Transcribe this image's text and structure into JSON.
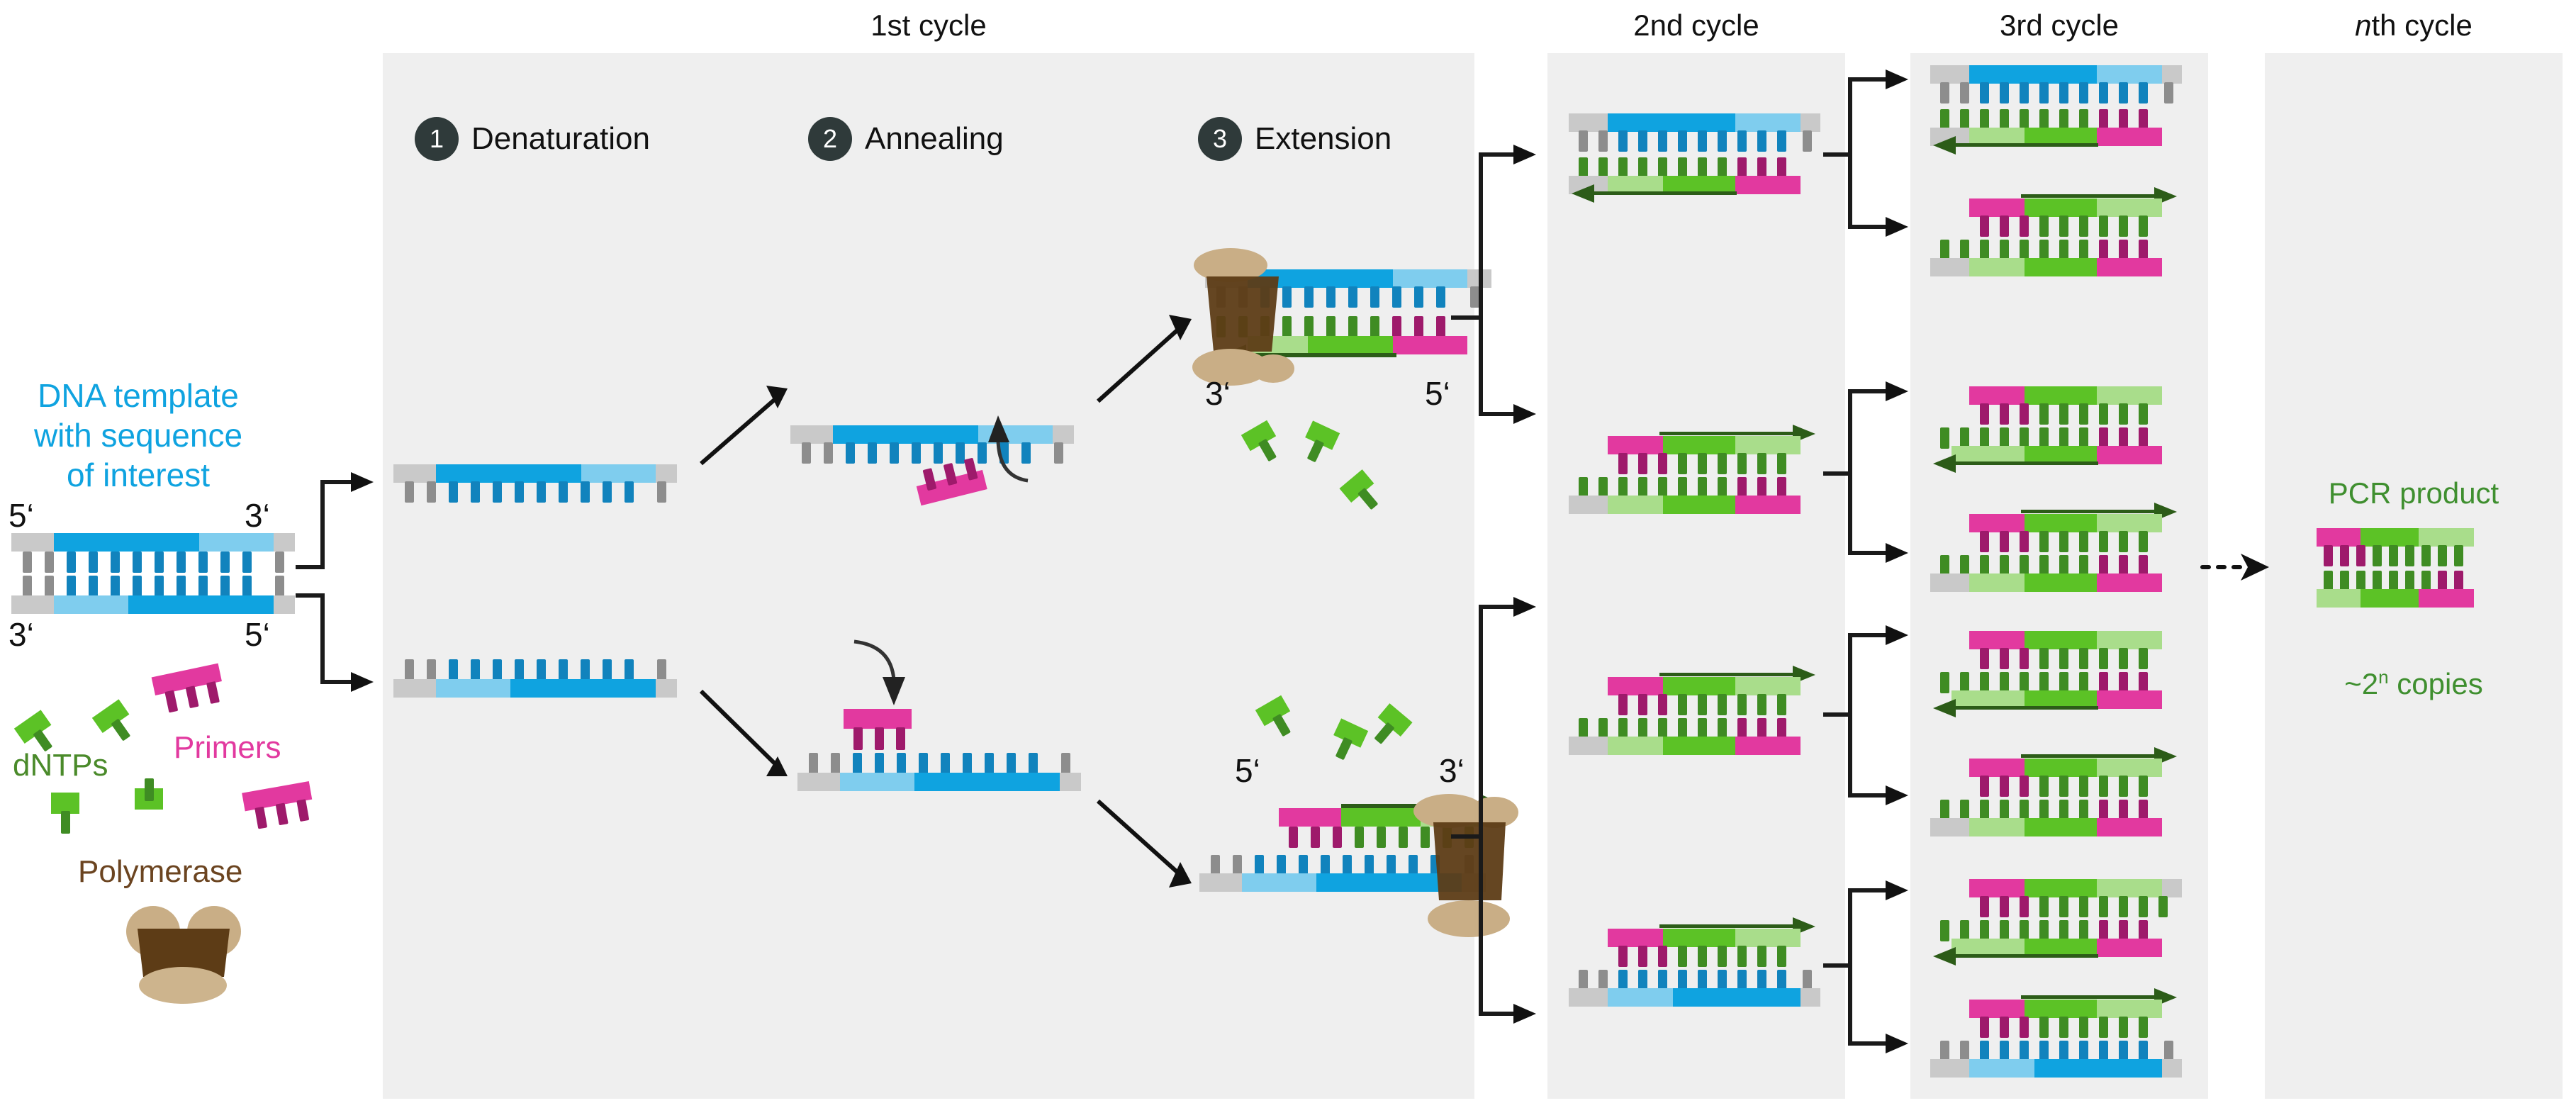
{
  "diagram": {
    "title": "Polymerase Chain Reaction (PCR) cycle diagram",
    "colors": {
      "blue": "#0fa3e0",
      "blue_light": "#7fcdee",
      "blue_tooth": "#1183bd",
      "green": "#5cc226",
      "green_light": "#a9dd8b",
      "green_tooth": "#3f8c23",
      "magenta": "#e2399f",
      "magenta_tooth": "#9e1a6b",
      "grey": "#c9c9c9",
      "grey_tooth": "#8d8d8d",
      "brown": "#6b4420",
      "tan": "#c9ae86",
      "panel_bg": "#efefef",
      "badge": "#2f3a3a"
    }
  },
  "panels": [
    {
      "id": "cycle1",
      "title": "1st cycle"
    },
    {
      "id": "cycle2",
      "title": "2nd cycle"
    },
    {
      "id": "cycle3",
      "title": "3rd cycle"
    },
    {
      "id": "cyclen",
      "title_pre": "n",
      "title_post": "th cycle"
    }
  ],
  "steps": [
    {
      "num": "1",
      "label": "Denaturation"
    },
    {
      "num": "2",
      "label": "Annealing"
    },
    {
      "num": "3",
      "label": "Extension"
    }
  ],
  "left": {
    "template_label_line1": "DNA template",
    "template_label_line2": "with sequence",
    "template_label_line3": "of interest",
    "top_left_prime": "5‘",
    "top_right_prime": "3‘",
    "bottom_left_prime": "3‘",
    "bottom_right_prime": "5‘",
    "legend": {
      "dntps": "dNTPs",
      "primers": "Primers",
      "polymerase": "Polymerase"
    }
  },
  "extension_labels": {
    "upper_left_prime": "3‘",
    "upper_right_prime": "5‘",
    "lower_left_prime": "5‘",
    "lower_right_prime": "3‘"
  },
  "product": {
    "title": "PCR product",
    "copies_pre": "~2",
    "copies_exp": "n",
    "copies_post": " copies"
  },
  "chart_data": {
    "type": "diagram",
    "title": "PCR amplification cascade",
    "stages": [
      {
        "name": "template",
        "duplexes": 1,
        "strand_colors": [
          "grey",
          "blue",
          "blue_light"
        ]
      },
      {
        "name": "1st cycle",
        "duplexes": 2,
        "steps": [
          "Denaturation",
          "Annealing",
          "Extension"
        ]
      },
      {
        "name": "2nd cycle",
        "duplexes": 4
      },
      {
        "name": "3rd cycle",
        "duplexes": 8
      },
      {
        "name": "nth cycle",
        "duplexes": "~2^n",
        "label": "PCR product"
      }
    ],
    "amplification": "~2^n copies"
  }
}
